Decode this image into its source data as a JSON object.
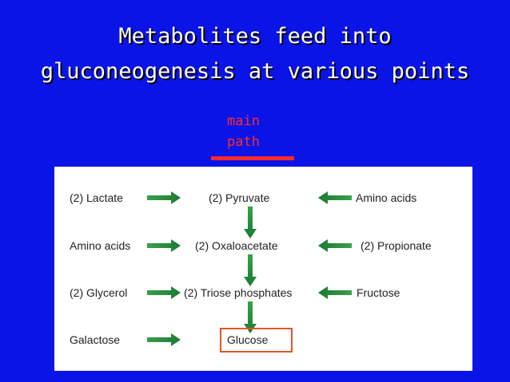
{
  "title": {
    "line1": "Metabolites feed into",
    "line2": "gluconeogenesis at various points"
  },
  "main_path": {
    "line1": "main",
    "line2": "path"
  },
  "diagram": {
    "left": [
      "(2) Lactate",
      "Amino acids",
      "(2) Glycerol",
      "Galactose"
    ],
    "center": [
      "(2) Pyruvate",
      "(2) Oxaloacetate",
      "(2) Triose phosphates",
      "Glucose"
    ],
    "right": [
      "Amino acids",
      "(2) Propionate",
      "Fructose"
    ]
  },
  "colors": {
    "background": "#0b14e6",
    "arrow": "#1f8a3a",
    "accent": "#ff2a2a",
    "glucose_box": "#e0572a"
  }
}
